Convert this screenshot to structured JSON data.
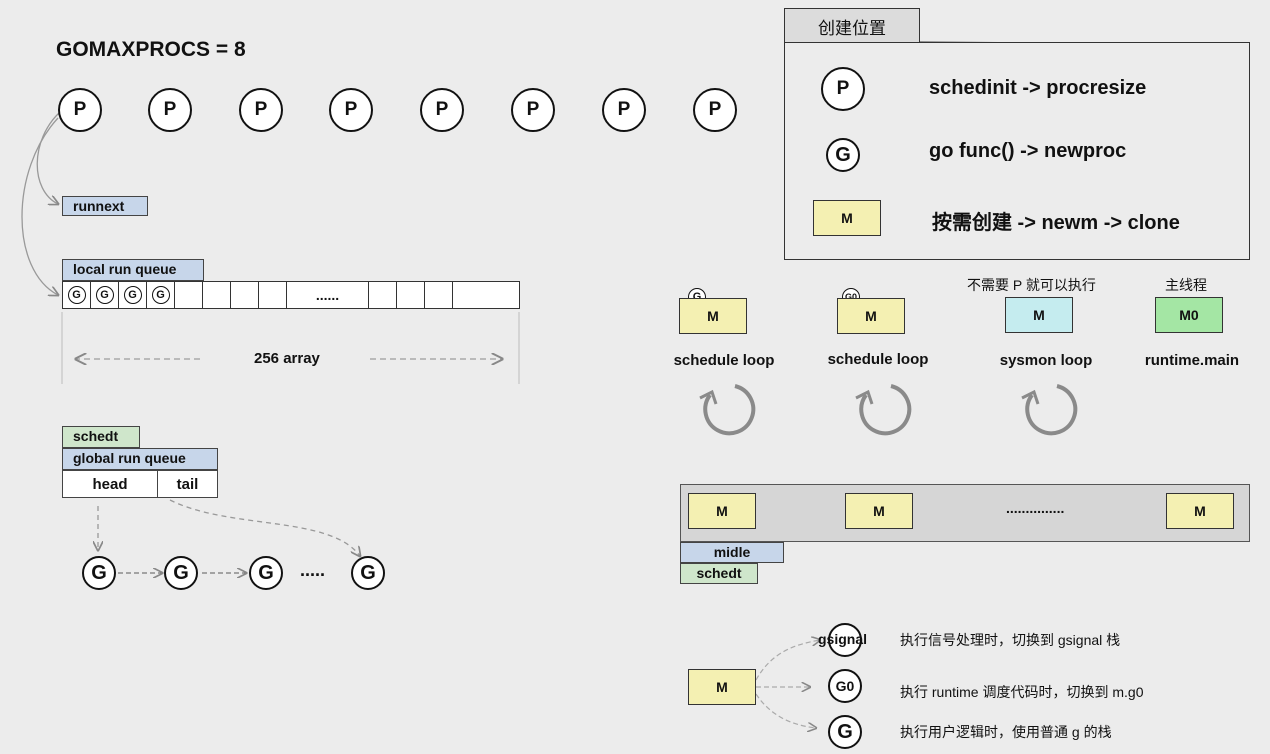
{
  "title": "GOMAXPROCS = 8",
  "p_label": "P",
  "g_label": "G",
  "m_label": "M",
  "runnext": "runnext",
  "local_queue": {
    "label": "local run queue",
    "dots": "......",
    "size_label": "256 array"
  },
  "global": {
    "schedt": "schedt",
    "label": "global run queue",
    "head": "head",
    "tail": "tail",
    "dots": "....."
  },
  "legend": {
    "tab": "创建位置",
    "rows": [
      {
        "symbol": "P",
        "text": "schedinit -> procresize"
      },
      {
        "symbol": "G",
        "text": "go func() -> newproc"
      },
      {
        "symbol": "M",
        "text": "按需创建 ->  newm ->  clone"
      }
    ]
  },
  "loops": [
    {
      "badge": "G",
      "m": "M",
      "name": "schedule loop",
      "note": ""
    },
    {
      "badge": "G0",
      "m": "M",
      "name": "schedule loop",
      "note": ""
    },
    {
      "badge": "",
      "m": "M",
      "name": "sysmon loop",
      "note": "不需要 P 就可以执行"
    },
    {
      "badge": "",
      "m": "M0",
      "name": "runtime.main",
      "note": "主线程"
    }
  ],
  "mlist": {
    "m_label": "M",
    "dots": "...............",
    "midle": "midle",
    "schedt": "schedt"
  },
  "stacks": [
    {
      "g": "gsignal",
      "text": "执行信号处理时，切换到 gsignal 栈"
    },
    {
      "g": "G0",
      "text": "执行 runtime 调度代码时，切换到 m.g0"
    },
    {
      "g": "G",
      "text": "执行用户逻辑时，使用普通 g 的栈"
    }
  ],
  "colors": {
    "blue_label": "#c7d6ea",
    "green_label": "#cfe6cb",
    "m_yellow": "#f4f0b2",
    "m_cyan": "#c5ecef",
    "m_green": "#a4e6a4"
  }
}
